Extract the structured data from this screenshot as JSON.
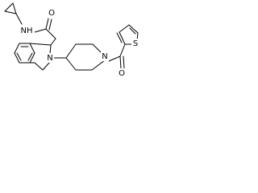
{
  "molecule": {
    "atom_labels": {
      "amide_nitrogen": "NH",
      "carbonyl_oxygen_amide": "O",
      "ring_nitrogen_isoquinoline": "N",
      "ring_nitrogen_piperidine": "N",
      "carbonyl_oxygen_ketone": "O",
      "thiophene_sulfur": "S"
    },
    "colors": {
      "bond": "#000000",
      "label": "#000000",
      "background": "#ffffff"
    }
  }
}
